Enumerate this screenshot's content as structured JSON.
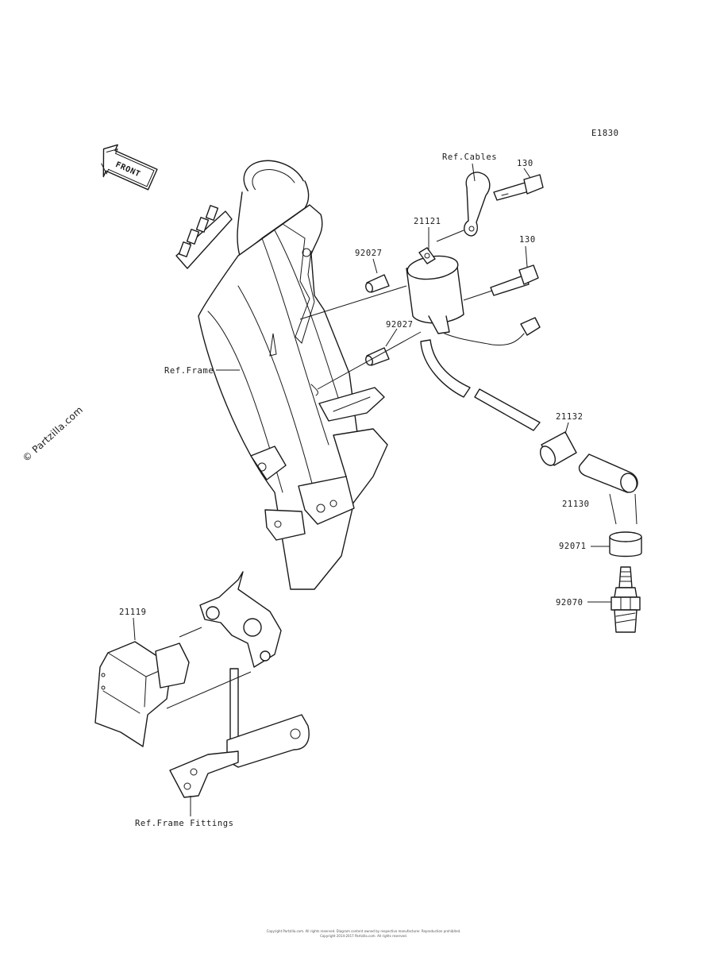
{
  "diagram_code": "E1830",
  "front_badge": "FRONT",
  "watermark": "© Partzilla.com",
  "footer": {
    "line1": "Copyright Partzilla.com. All rights reserved. Diagram content owned by respective manufacturer. Reproduction prohibited.",
    "line2": "Copyright 2014-2017 Partzilla.com. All rights reserved."
  },
  "callouts": {
    "ref_cables": "Ref.Cables",
    "bolt_upper": "130",
    "bolt_lower": "130",
    "coil": "21121",
    "collar_upper": "92027",
    "collar_lower": "92027",
    "ref_frame": "Ref.Frame",
    "cap_seal": "21132",
    "plug_cap": "21130",
    "seal": "92071",
    "spark_plug": "92070",
    "igniter": "21119",
    "ref_frame_fittings": "Ref.Frame Fittings"
  }
}
